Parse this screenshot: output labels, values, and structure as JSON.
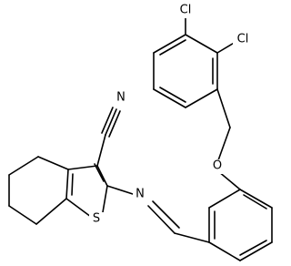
{
  "molecule": {
    "atom_labels": {
      "cl_top": "Cl",
      "cl_ortho": "Cl",
      "oxygen": "O",
      "nitrogen_nitrile": "N",
      "nitrogen_imine": "N",
      "sulfur": "S"
    }
  }
}
